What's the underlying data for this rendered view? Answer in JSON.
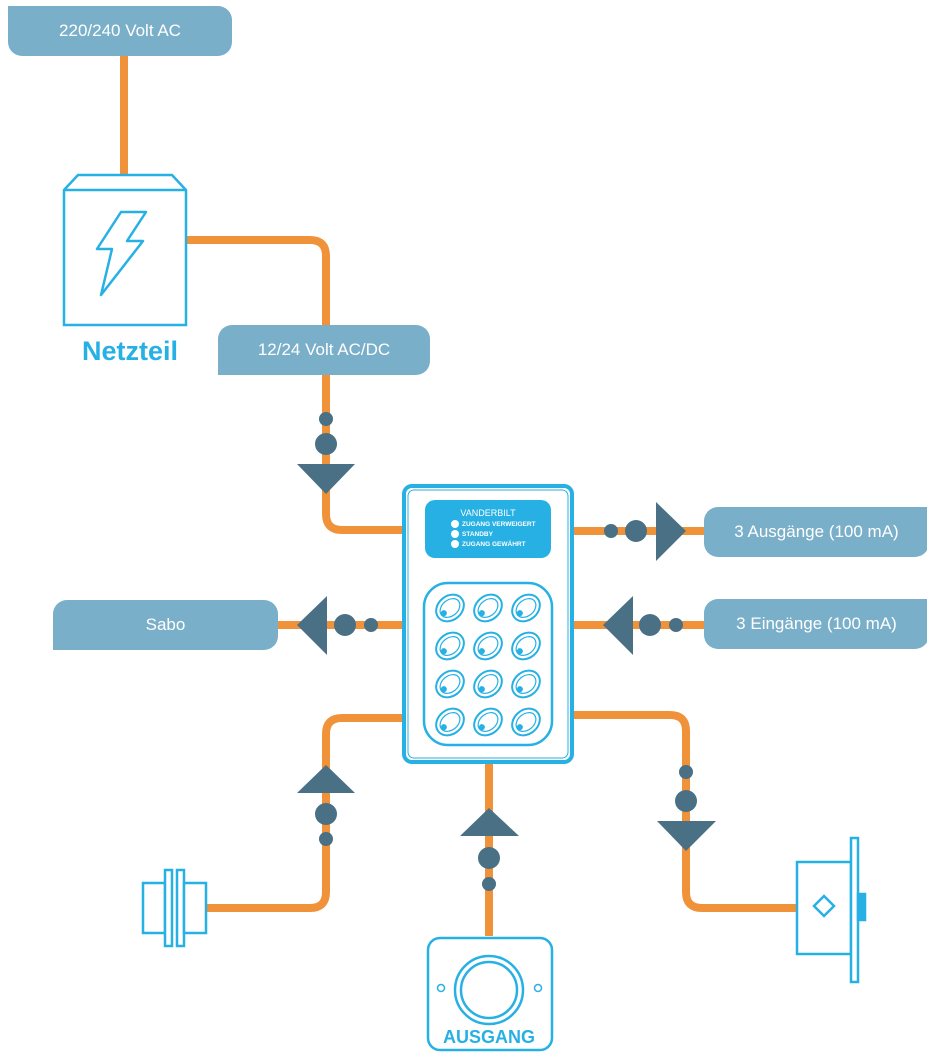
{
  "labels": {
    "mains_input": "220/240 Volt AC",
    "supply_output": "12/24 Volt AC/DC",
    "power_supply": "Netzteil",
    "outputs": "3 Ausgänge (100 mA)",
    "inputs": "3 Eingänge (100 mA)",
    "tamper": "Sabo",
    "exit_button": "AUSGANG"
  },
  "keypad": {
    "brand": "VANDERBILT",
    "leds": [
      "ZUGANG VERWEIGERT",
      "STANDBY",
      "ZUGANG GEWÄHRT"
    ]
  },
  "icons": {
    "power_supply": "lightning-icon",
    "door_contact": "door-contact-icon",
    "exit_button": "push-button-icon",
    "door_lock": "door-lock-icon"
  },
  "colors": {
    "wire": "#f0923a",
    "arrow": "#4a7085",
    "label_pill": "#7aafc9",
    "device_outline": "#27b0e4",
    "keypad_panel": "#27b0e4",
    "text_on_pill": "#ffffff"
  }
}
